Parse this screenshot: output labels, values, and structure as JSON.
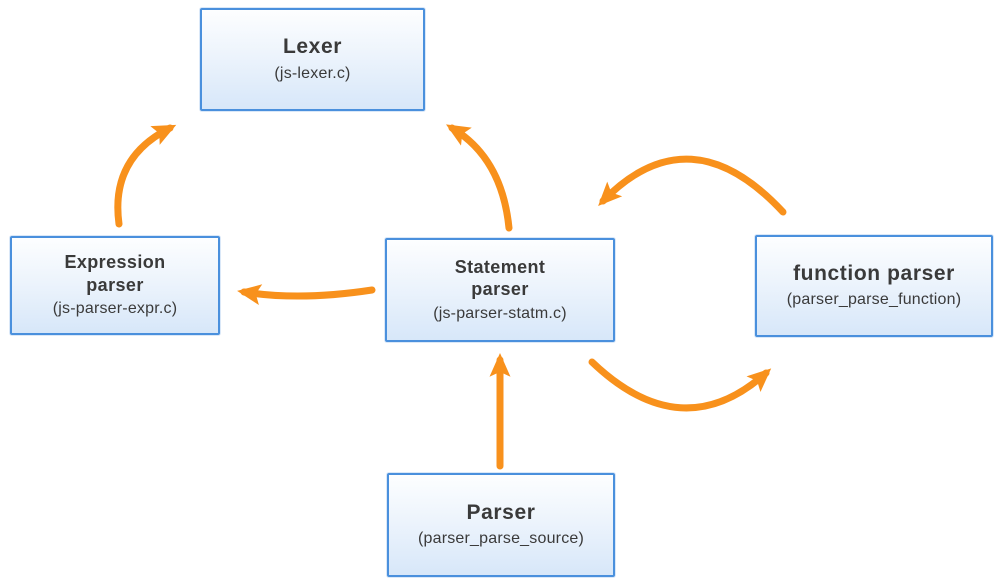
{
  "diagram": {
    "colors": {
      "arrow": "#f8911c",
      "box_border": "#4a90dd",
      "box_fill_top": "#fdfeff",
      "box_fill_bottom": "#d7e7f9",
      "text": "#3a3a3a"
    },
    "nodes": [
      {
        "id": "lexer",
        "title": "Lexer",
        "subtitle": "(js-lexer.c)"
      },
      {
        "id": "expression-parser",
        "title": "Expression parser",
        "subtitle": "(js-parser-expr.c)"
      },
      {
        "id": "statement-parser",
        "title": "Statement parser",
        "subtitle": "(js-parser-statm.c)"
      },
      {
        "id": "function-parser",
        "title": "function parser",
        "subtitle": "(parser_parse_function)"
      },
      {
        "id": "parser",
        "title": "Parser",
        "subtitle": "(parser_parse_source)"
      }
    ],
    "edges": [
      {
        "from": "expression-parser",
        "to": "lexer",
        "style": "curved"
      },
      {
        "from": "statement-parser",
        "to": "lexer",
        "style": "curved"
      },
      {
        "from": "statement-parser",
        "to": "expression-parser",
        "style": "curved"
      },
      {
        "from": "function-parser",
        "to": "statement-parser",
        "style": "curved"
      },
      {
        "from": "statement-parser",
        "to": "function-parser",
        "style": "curved"
      },
      {
        "from": "parser",
        "to": "statement-parser",
        "style": "straight"
      }
    ]
  }
}
